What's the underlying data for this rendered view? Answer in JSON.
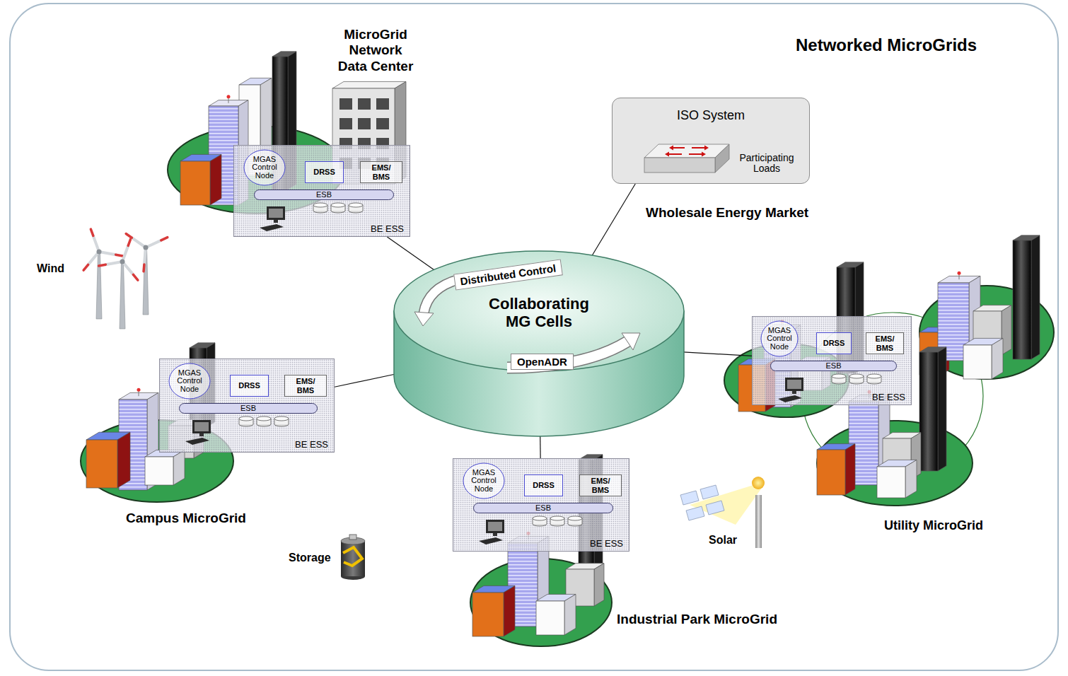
{
  "diagram": {
    "title": "Networked MicroGrids",
    "nodes": [
      {
        "text": [
          "BE ESS"
        ]
      },
      {
        "text": [
          "MGAS Control Node"
        ],
        "in": 0
      },
      {
        "text": [
          "DRSS"
        ],
        "in": 0
      },
      {
        "text": [
          "EMS/ BMS"
        ],
        "in": 0
      },
      {
        "text": [
          "ESB"
        ],
        "in": 0
      },
      {
        "text": [
          "ISO System",
          "Participating Loads"
        ]
      },
      {
        "text": [
          "Distributed Control",
          "Collaborating MG Cells",
          "OpenADR"
        ]
      },
      {
        "text": [
          "BE ESS"
        ]
      },
      {
        "text": [
          "MGAS Control Node"
        ],
        "in": 7
      },
      {
        "text": [
          "DRSS"
        ],
        "in": 7
      },
      {
        "text": [
          "EMS/ BMS"
        ],
        "in": 7
      },
      {
        "text": [
          "ESB"
        ],
        "in": 7
      },
      {
        "text": [
          "BE ESS"
        ]
      },
      {
        "text": [
          "MGAS Control Node"
        ],
        "in": 12
      },
      {
        "text": [
          "DRSS"
        ],
        "in": 12
      },
      {
        "text": [
          "EMS/ BMS"
        ],
        "in": 12
      },
      {
        "text": [
          "ESB"
        ],
        "in": 12
      },
      {
        "text": [
          "BE ESS"
        ]
      },
      {
        "text": [
          "MGAS Control Node"
        ],
        "in": 17
      },
      {
        "text": [
          "DRSS"
        ],
        "in": 17
      },
      {
        "text": [
          "EMS/ BMS"
        ],
        "in": 17
      },
      {
        "text": [
          "ESB"
        ],
        "in": 17
      }
    ],
    "edges": [
      {
        "from": 0,
        "to": 6,
        "arrow": "none"
      },
      {
        "from": 5,
        "to": 6,
        "arrow": "none"
      },
      {
        "from": 7,
        "to": 6,
        "arrow": "none"
      },
      {
        "from": 12,
        "to": 6,
        "arrow": "none"
      },
      {
        "from": 17,
        "to": 6,
        "arrow": "none"
      }
    ],
    "labels": [
      "MicroGrid Network Data Center",
      "Wholesale Energy Market",
      "Wind",
      "Campus MicroGrid",
      "Utility MicroGrid",
      "Storage",
      "Solar",
      "Industrial Park MicroGrid"
    ]
  }
}
